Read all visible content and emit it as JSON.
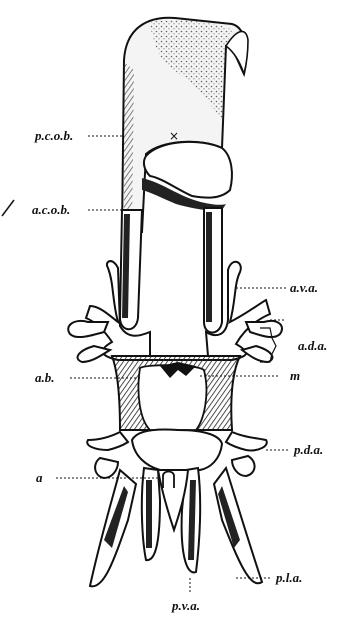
{
  "labels": {
    "pcob": "p.c.o.b.",
    "acob": "a.c.o.b.",
    "ava": "a.v.a.",
    "ada": "a.d.a.",
    "ab": "a.b.",
    "m": "m",
    "pda": "p.d.a.",
    "a": "a",
    "pla": "p.l.a.",
    "pva": "p.v.a.",
    "x": "×"
  },
  "colors": {
    "ink": "#111111",
    "shade": "#3a3a3a",
    "paper": "#ffffff"
  }
}
